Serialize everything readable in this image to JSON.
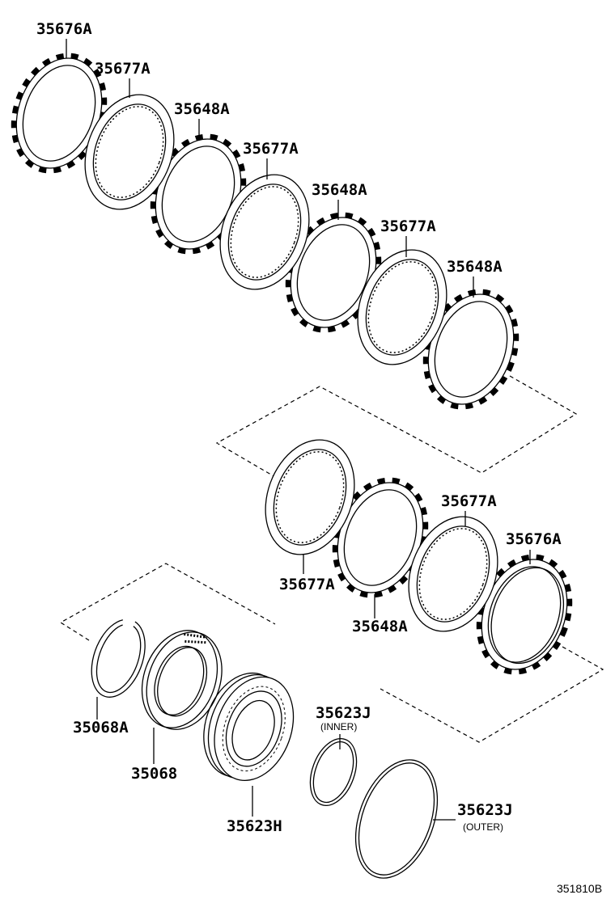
{
  "diagram": {
    "type": "exploded parts diagram",
    "parts": [
      {
        "id": "p1",
        "label": "35676A",
        "kind": "toothed-plate"
      },
      {
        "id": "p2",
        "label": "35677A",
        "kind": "friction-disc"
      },
      {
        "id": "p3",
        "label": "35648A",
        "kind": "toothed-plate"
      },
      {
        "id": "p4",
        "label": "35677A",
        "kind": "friction-disc"
      },
      {
        "id": "p5",
        "label": "35648A",
        "kind": "toothed-plate"
      },
      {
        "id": "p6",
        "label": "35677A",
        "kind": "friction-disc"
      },
      {
        "id": "p7",
        "label": "35648A",
        "kind": "toothed-plate"
      },
      {
        "id": "p8",
        "label": "35677A",
        "kind": "friction-disc"
      },
      {
        "id": "p9",
        "label": "35648A",
        "kind": "toothed-plate"
      },
      {
        "id": "p10",
        "label": "35677A",
        "kind": "friction-disc"
      },
      {
        "id": "p11",
        "label": "35676A",
        "kind": "toothed-plate"
      },
      {
        "id": "p12",
        "label": "35068A",
        "kind": "snap-ring"
      },
      {
        "id": "p13",
        "label": "35068",
        "kind": "spring-retainer"
      },
      {
        "id": "p14",
        "label": "35623H",
        "kind": "piston"
      },
      {
        "id": "p15",
        "label": "35623J",
        "note": "(INNER)",
        "kind": "o-ring"
      },
      {
        "id": "p16",
        "label": "35623J",
        "note": "(OUTER)",
        "kind": "o-ring"
      }
    ],
    "reference": "351810B"
  }
}
